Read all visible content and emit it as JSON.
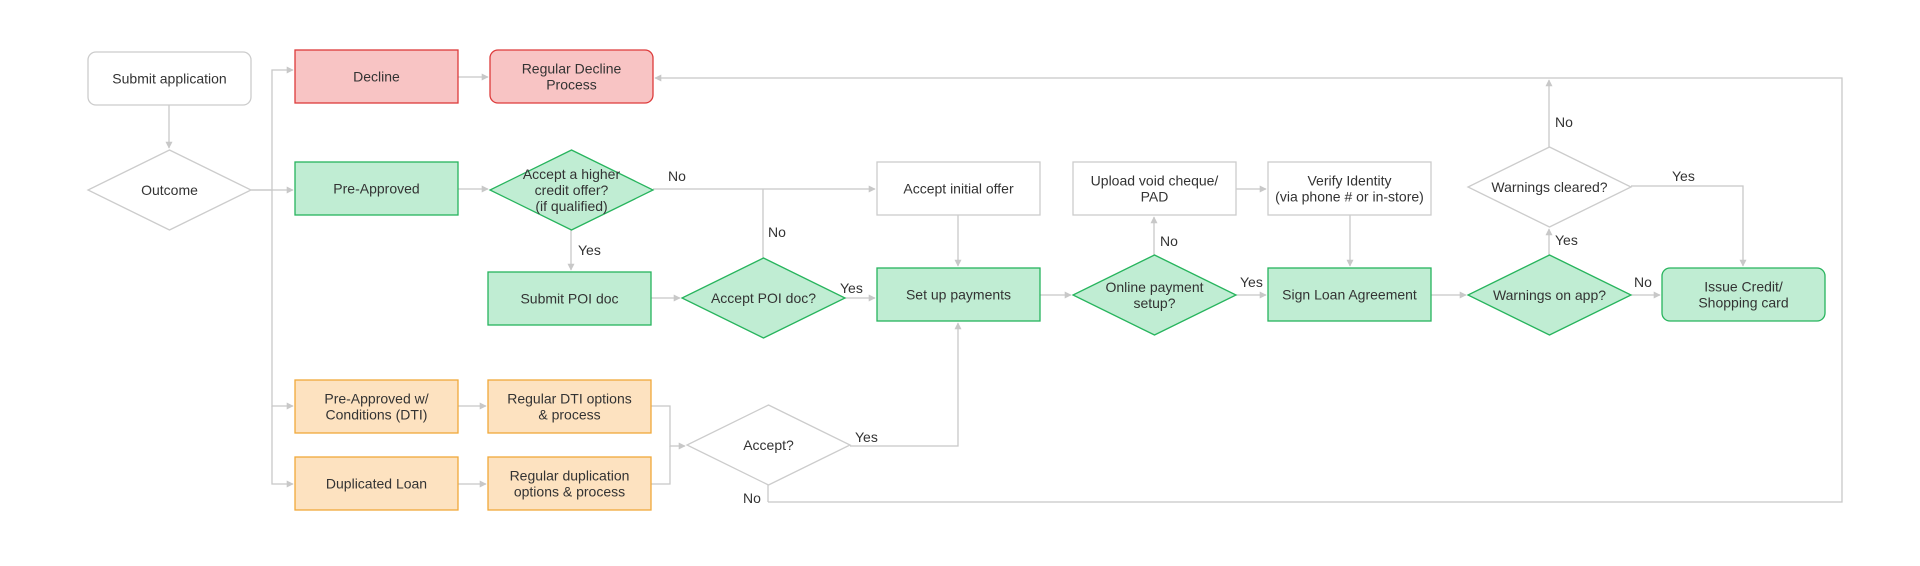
{
  "nodes": {
    "submit_application": {
      "lines": [
        "Submit application"
      ]
    },
    "outcome": {
      "lines": [
        "Outcome"
      ]
    },
    "decline": {
      "lines": [
        "Decline"
      ]
    },
    "regular_decline": {
      "lines": [
        "Regular Decline",
        "Process"
      ]
    },
    "pre_approved": {
      "lines": [
        "Pre-Approved"
      ]
    },
    "accept_higher": {
      "lines": [
        "Accept a higher",
        "credit offer?",
        "(if qualified)"
      ]
    },
    "accept_initial": {
      "lines": [
        "Accept initial offer"
      ]
    },
    "upload_void": {
      "lines": [
        "Upload void cheque/",
        "PAD"
      ]
    },
    "verify_identity": {
      "lines": [
        "Verify Identity",
        "(via phone # or in-store)"
      ]
    },
    "warnings_cleared": {
      "lines": [
        "Warnings cleared?"
      ]
    },
    "submit_poi": {
      "lines": [
        "Submit POI doc"
      ]
    },
    "accept_poi": {
      "lines": [
        "Accept POI doc?"
      ]
    },
    "setup_payments": {
      "lines": [
        "Set up payments"
      ]
    },
    "online_payment": {
      "lines": [
        "Online payment",
        "setup?"
      ]
    },
    "sign_loan": {
      "lines": [
        "Sign Loan Agreement"
      ]
    },
    "warnings_on_app": {
      "lines": [
        "Warnings on app?"
      ]
    },
    "issue_credit": {
      "lines": [
        "Issue Credit/",
        "Shopping card"
      ]
    },
    "pre_approved_dti": {
      "lines": [
        "Pre-Approved w/",
        "Conditions (DTI)"
      ]
    },
    "regular_dti": {
      "lines": [
        "Regular DTI options",
        "& process"
      ]
    },
    "duplicated_loan": {
      "lines": [
        "Duplicated Loan"
      ]
    },
    "regular_dup": {
      "lines": [
        "Regular duplication",
        "options & process"
      ]
    },
    "accept_q": {
      "lines": [
        "Accept?"
      ]
    }
  },
  "edge_labels": {
    "higher_no": "No",
    "higher_yes": "Yes",
    "poi_no": "No",
    "poi_yes": "Yes",
    "online_no": "No",
    "online_yes": "Yes",
    "cleared_no": "No",
    "cleared_yes": "Yes",
    "warnings_yes": "Yes",
    "warnings_no": "No",
    "accept_yes": "Yes",
    "accept_no": "No"
  },
  "colors": {
    "neutral_fill": "#ffffff",
    "neutral_stroke": "#cccccc",
    "red_fill": "#f8c4c4",
    "red_stroke": "#dd3b3b",
    "green_fill": "#c0edd3",
    "green_stroke": "#27b45d",
    "orange_fill": "#fde2c0",
    "orange_stroke": "#f0a93a",
    "edge": "#c8c8c8",
    "text": "#333333"
  }
}
